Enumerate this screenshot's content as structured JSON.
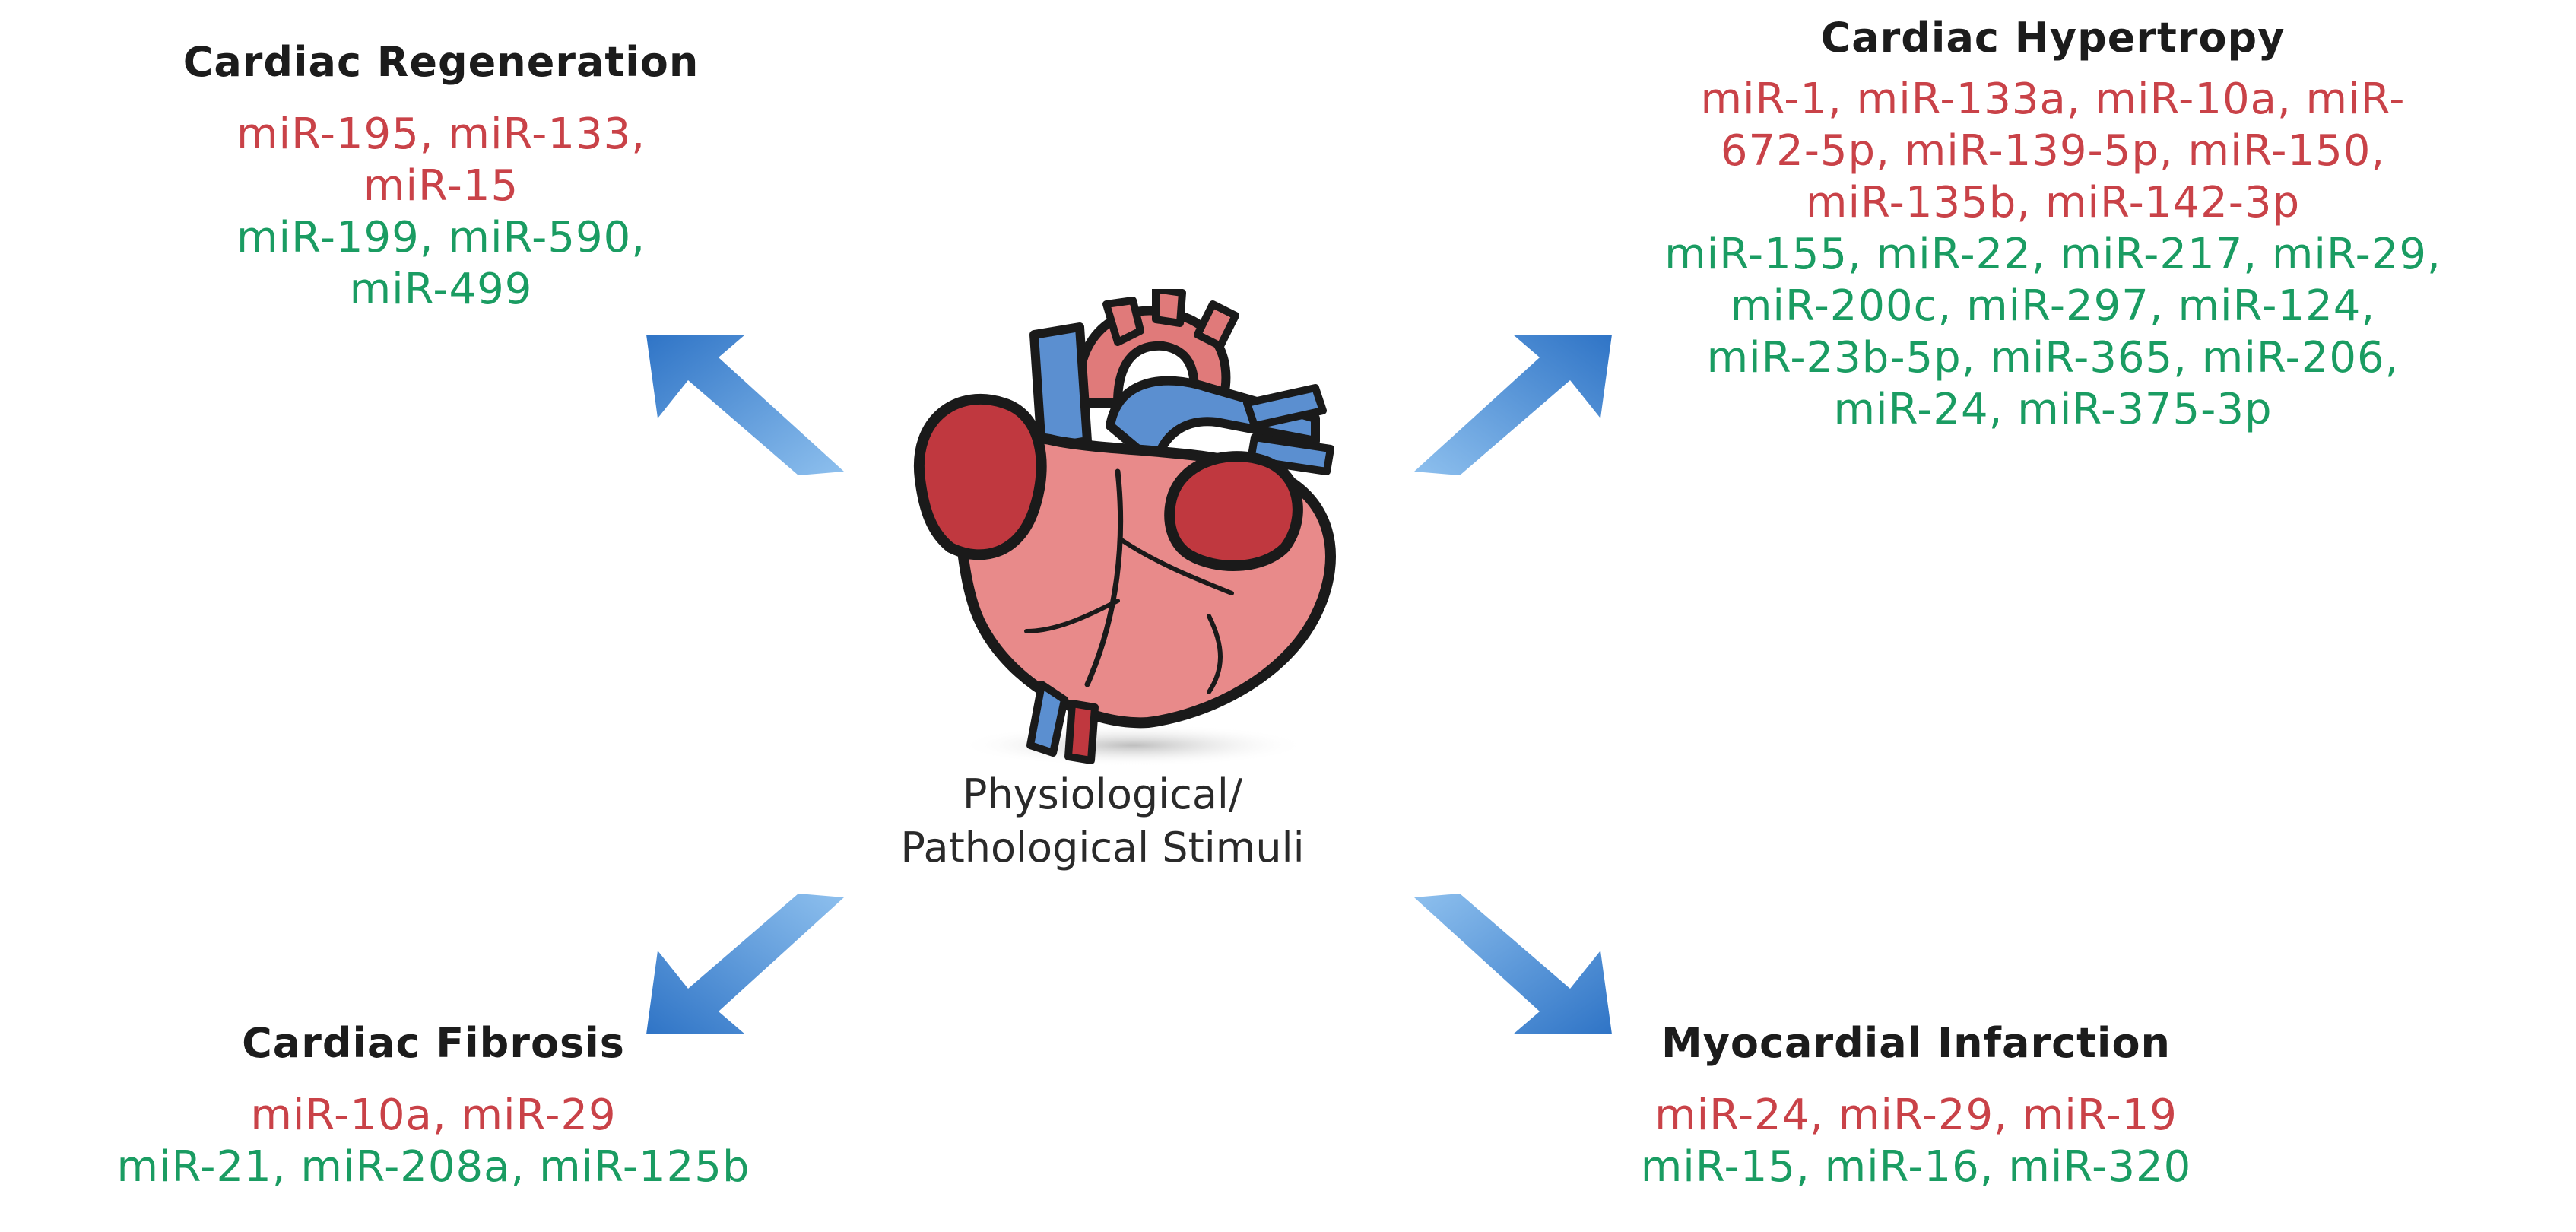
{
  "panels": {
    "regeneration": {
      "title": "Cardiac Regeneration",
      "red_lines": [
        "miR-195, miR-133,",
        "miR-15"
      ],
      "green_lines": [
        "miR-199, miR-590,",
        "miR-499"
      ]
    },
    "hypertrophy": {
      "title": "Cardiac Hypertropy",
      "red_lines": [
        "miR-1, miR-133a, miR-10a, miR-",
        "672-5p, miR-139-5p, miR-150,",
        "miR-135b, miR-142-3p"
      ],
      "green_lines": [
        "miR-155, miR-22, miR-217, miR-29,",
        "miR-200c, miR-297, miR-124,",
        "miR-23b-5p, miR-365, miR-206,",
        "miR-24, miR-375-3p"
      ]
    },
    "fibrosis": {
      "title": "Cardiac Fibrosis",
      "red_lines": [
        "miR-10a, miR-29"
      ],
      "green_lines": [
        "miR-21, miR-208a, miR-125b"
      ]
    },
    "infarction": {
      "title": "Myocardial Infarction",
      "red_lines": [
        "miR-24, miR-29, miR-19"
      ],
      "green_lines": [
        "miR-15, miR-16, miR-320"
      ]
    }
  },
  "center": {
    "label_line1": "Physiological/",
    "label_line2": "Pathological Stimuli"
  },
  "colors": {
    "upregulated_text": "#c94248",
    "downregulated_text": "#1a9c62",
    "arrow_blue": "#4a8fd6",
    "heart_red": "#e07a7a",
    "heart_blue": "#5b8fd0"
  },
  "icons": {
    "center": "heart-illustration",
    "arrows": [
      "arrow-up-left-icon",
      "arrow-up-right-icon",
      "arrow-down-left-icon",
      "arrow-down-right-icon"
    ]
  }
}
